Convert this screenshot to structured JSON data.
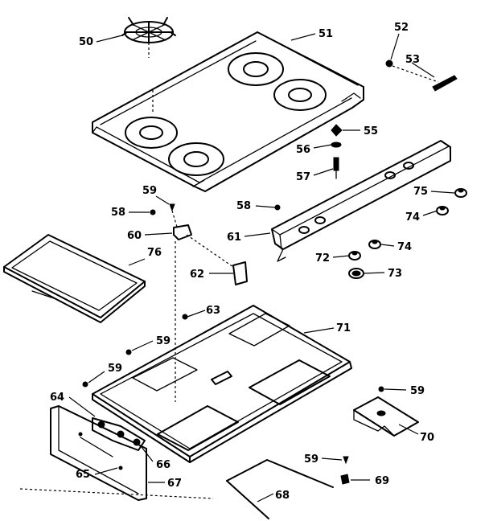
{
  "diagram": {
    "parts": {
      "p50": "50",
      "p51": "51",
      "p52": "52",
      "p53": "53",
      "p55": "55",
      "p56": "56",
      "p57": "57",
      "p58": "58",
      "p59": "59",
      "p60": "60",
      "p61": "61",
      "p62": "62",
      "p63": "63",
      "p64": "64",
      "p65": "65",
      "p66": "66",
      "p67": "67",
      "p68": "68",
      "p69": "69",
      "p70": "70",
      "p71": "71",
      "p72": "72",
      "p73": "73",
      "p74": "74",
      "p75": "75",
      "p76": "76"
    }
  }
}
